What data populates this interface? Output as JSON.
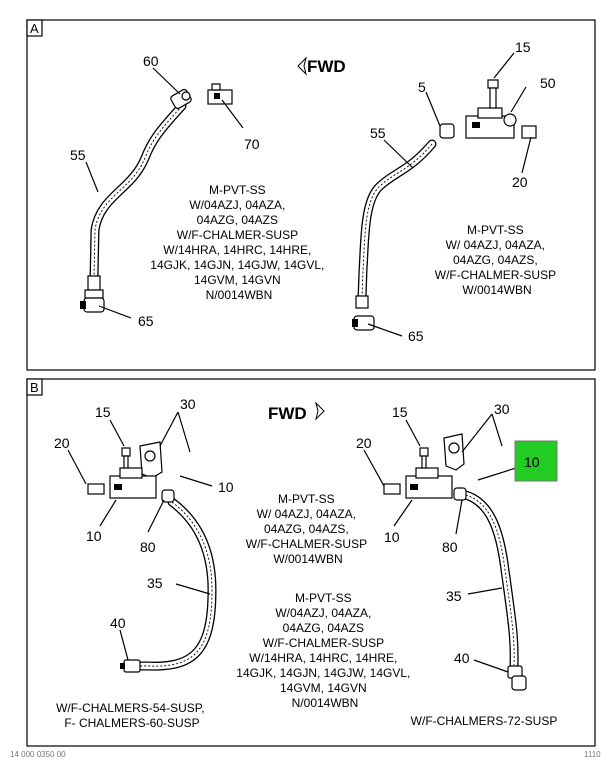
{
  "panels": [
    {
      "label": "A",
      "fwd": "FWD",
      "notes": [
        [
          "M-PVT-SS",
          "W/04AZJ, 04AZA,",
          "04AZG, 04AZS",
          "W/F-CHALMER-SUSP",
          "W/14HRA, 14HRC, 14HRE,",
          "14GJK, 14GJN, 14GJW, 14GVL,",
          "14GVM, 14GVN",
          "N/0014WBN"
        ],
        [
          "M-PVT-SS",
          "W/ 04AZJ, 04AZA,",
          "04AZG, 04AZS,",
          "W/F-CHALMER-SUSP",
          "W/0014WBN"
        ]
      ],
      "callouts": [
        "60",
        "70",
        "55",
        "65",
        "15",
        "50",
        "5",
        "55",
        "20",
        "65"
      ]
    },
    {
      "label": "B",
      "fwd": "FWD",
      "notes": [
        [
          "M-PVT-SS",
          "W/ 04AZJ, 04AZA,",
          "04AZG, 04AZS,",
          "W/F-CHALMER-SUSP",
          "W/0014WBN"
        ],
        [
          "M-PVT-SS",
          "W/04AZJ, 04AZA,",
          "04AZG, 04AZS",
          "W/F-CHALMER-SUSP",
          "W/14HRA, 14HRC, 14HRE,",
          "14GJK, 14GJN, 14GJW, 14GVL,",
          "14GVM, 14GVN",
          "N/0014WBN"
        ]
      ],
      "captions": [
        "W/F-CHALMERS-54-SUSP,",
        "F- CHALMERS-60-SUSP",
        "W/F-CHALMERS-72-SUSP"
      ],
      "callouts": [
        "15",
        "30",
        "20",
        "10",
        "10",
        "80",
        "35",
        "40",
        "15",
        "30",
        "20",
        "10",
        "10",
        "80",
        "35",
        "40"
      ]
    }
  ],
  "highlight": {
    "label": "10",
    "color": "#22cc22"
  },
  "footer": {
    "left": "14 000 0350 00",
    "right": "1110"
  }
}
